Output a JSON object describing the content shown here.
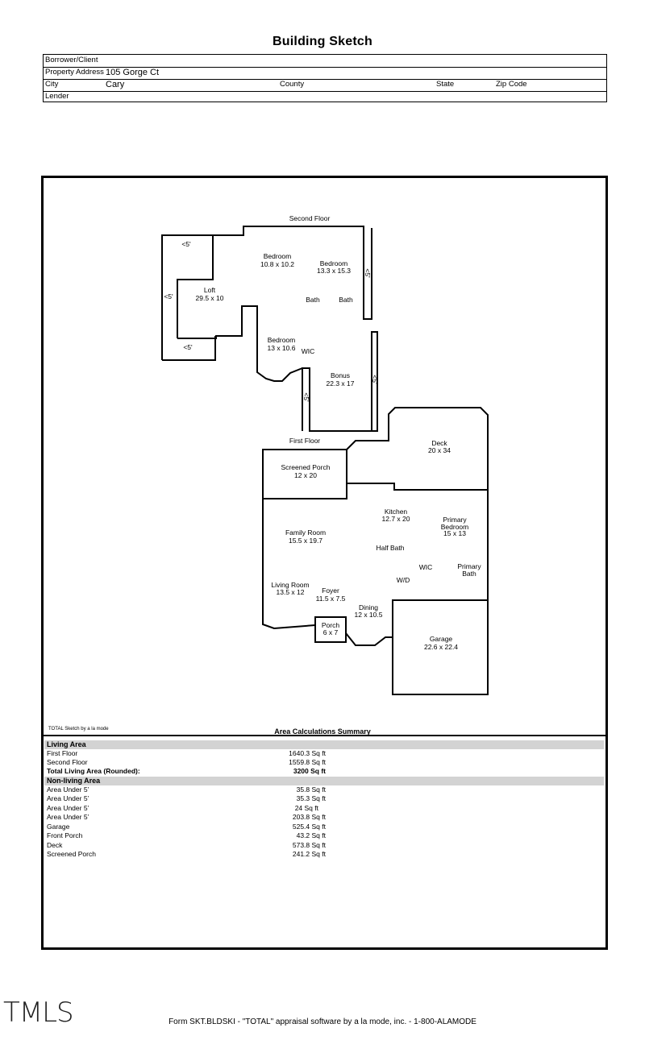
{
  "title": "Building Sketch",
  "header": {
    "borrower_label": "Borrower/Client",
    "property_label": "Property Address",
    "property_value": "105 Gorge Ct",
    "city_label": "City",
    "city_value": "Cary",
    "county_label": "County",
    "state_label": "State",
    "zip_label": "Zip Code",
    "lender_label": "Lender"
  },
  "plan": {
    "second_floor": "Second Floor",
    "first_floor": "First Floor",
    "under5": "<5'",
    "rooms": {
      "bed1_name": "Bedroom",
      "bed1_dim": "10.8 x 10.2",
      "bed2_name": "Bedroom",
      "bed2_dim": "13.3 x 15.3",
      "loft_name": "Loft",
      "loft_dim": "29.5 x 10",
      "bath1": "Bath",
      "bath2": "Bath",
      "bed3_name": "Bedroom",
      "bed3_dim": "13 x 10.6",
      "wic2": "WIC",
      "bonus_name": "Bonus",
      "bonus_dim": "22.3 x 17",
      "screened_name": "Screened Porch",
      "screened_dim": "12 x 20",
      "deck_name": "Deck",
      "deck_dim": "20 x 34",
      "kitchen_name": "Kitchen",
      "kitchen_dim": "12.7 x 20",
      "family_name": "Family Room",
      "family_dim": "15.5 x 19.7",
      "primary_bed_l1": "Primary",
      "primary_bed_l2": "Bedroom",
      "primary_bed_dim": "15 x 13",
      "half_bath": "Half Bath",
      "wic1": "WIC",
      "primary_bath_l1": "Primary",
      "primary_bath_l2": "Bath",
      "wd": "W/D",
      "living_name": "Living Room",
      "living_dim": "13.5 x 12",
      "foyer_name": "Foyer",
      "foyer_dim": "11.5 x 7.5",
      "dining_name": "Dining",
      "dining_dim": "12 x 10.5",
      "porch_name": "Porch",
      "porch_dim": "6 x 7",
      "garage_name": "Garage",
      "garage_dim": "22.6 x 22.4"
    }
  },
  "sketch_by": "TOTAL Sketch by a la mode",
  "area_summary": {
    "title": "Area Calculations Summary",
    "living_header": "Living Area",
    "first_floor_label": "First Floor",
    "first_floor_value": "1640.3 Sq ft",
    "second_floor_label": "Second Floor",
    "second_floor_value": "1559.8 Sq ft",
    "total_label": "Total Living Area (Rounded):",
    "total_value": "3200 Sq ft",
    "nonliving_header": "Non-living Area",
    "u1_label": "Area Under 5’",
    "u1_value": "35.8 Sq ft",
    "u2_label": "Area Under 5’",
    "u2_value": "35.3 Sq ft",
    "u3_label": "Area Under 5’",
    "u3_value": "24 Sq ft",
    "u4_label": "Area Under 5’",
    "u4_value": "203.8 Sq ft",
    "garage_label": "Garage",
    "garage_value": "525.4 Sq ft",
    "front_porch_label": "Front Porch",
    "front_porch_value": "43.2 Sq ft",
    "deck_label": "Deck",
    "deck_value": "573.8 Sq ft",
    "screened_label": "Screened Porch",
    "screened_value": "241.2 Sq ft"
  },
  "watermark": "TMLS",
  "footer": "Form SKT.BLDSKI - \"TOTAL\" appraisal software by a la mode, inc. - 1-800-ALAMODE"
}
